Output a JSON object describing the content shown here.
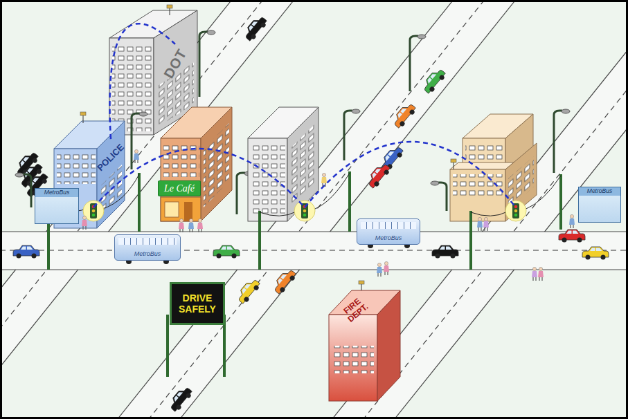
{
  "diagram": {
    "nodes": [
      {
        "text": [
          "DOT"
        ]
      },
      {
        "text": [
          "POLICE"
        ]
      },
      {
        "text": [
          "MetroBus"
        ]
      },
      {
        "text": [
          "Le Café"
        ]
      },
      {
        "text": [
          "MetroBus"
        ]
      },
      {
        "text": [
          "MetroBus"
        ]
      },
      {
        "text": [
          "MetroBus"
        ]
      },
      {
        "text": [
          "DRIVE SAFELY"
        ]
      },
      {
        "text": [
          "FIRE DEPT."
        ]
      }
    ],
    "edges": [
      {
        "from": 1,
        "to": 0,
        "arrow": "none"
      }
    ]
  }
}
